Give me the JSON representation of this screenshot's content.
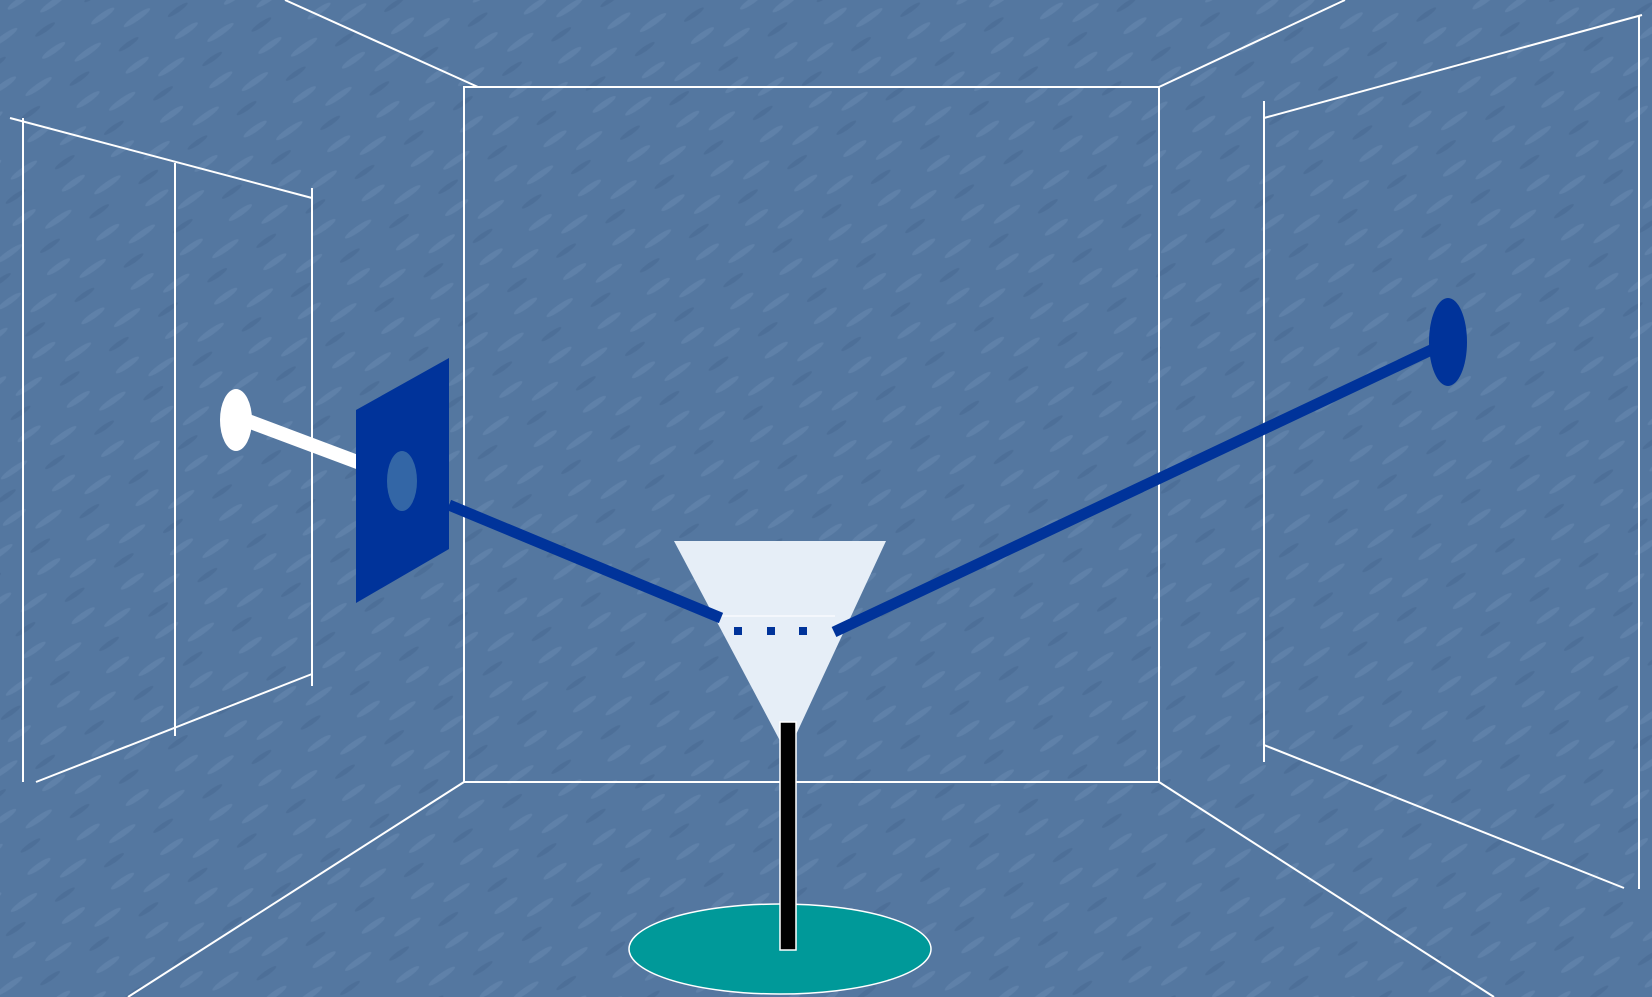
{
  "slide": {
    "background_color": "#5477a0",
    "texture_highlight_color": "#6d8fb5",
    "texture_shadow_color": "#45678f"
  },
  "diagram": {
    "line_color": "#ffffff",
    "beam_color": "#00339a",
    "aperture_hole_color": "#3366a6",
    "cone_color": "#e6eef7",
    "post_color": "#000000",
    "base_color": "#009999",
    "incoming_ray_color": "#ffffff",
    "target_dot_color": "#00339a",
    "elements": [
      "room-back-wall",
      "left-wall-panel",
      "right-wall-panel",
      "white-source-dot",
      "aperture-plate",
      "funnel-detector",
      "target-dot",
      "pedestal-base"
    ]
  }
}
